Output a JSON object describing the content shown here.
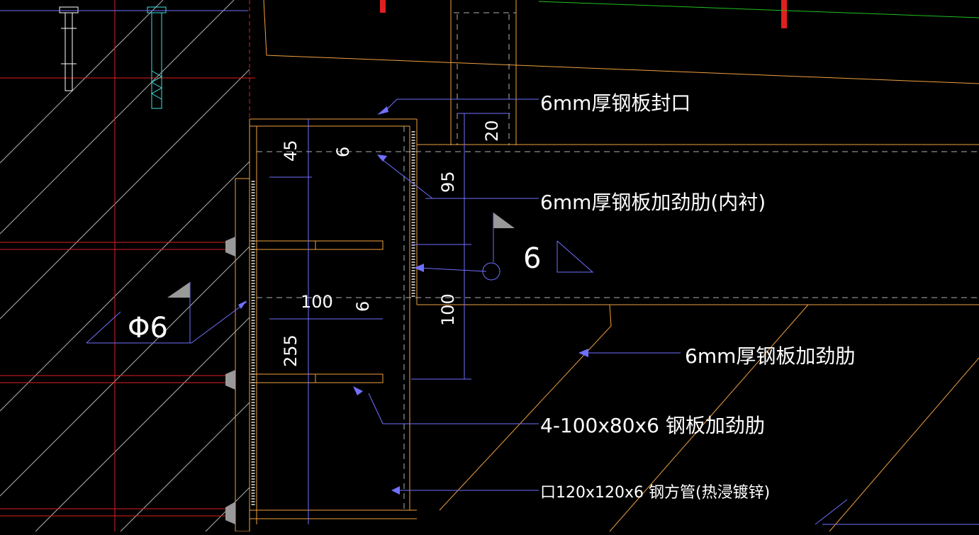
{
  "drawing": {
    "callouts": {
      "seal_plate": "6mm厚钢板封口",
      "stiffener_inner": "6mm厚钢板加劲肋(内衬)",
      "stiffener": "6mm厚钢板加劲肋",
      "rib_plates": "4-100x80x6 钢板加劲肋",
      "square_tube": "口120x120x6 钢方管(热浸镀锌)"
    },
    "dimensions": {
      "d20": "20",
      "d45": "45",
      "d6_top": "6",
      "d95": "95",
      "d100_h": "100",
      "d6_mid": "6",
      "d100_v": "100",
      "d255": "255"
    },
    "weld_symbols": {
      "fillet_size": "6",
      "rebar_mark": "Φ6"
    },
    "colors": {
      "background": "#000000",
      "orange": "#f0a040",
      "red": "#e02020",
      "blue_dim": "#7070ff",
      "white": "#ffffff",
      "gray_hatch": "#b0b0b0",
      "cyan": "#40e0e0",
      "green": "#20c020"
    }
  }
}
